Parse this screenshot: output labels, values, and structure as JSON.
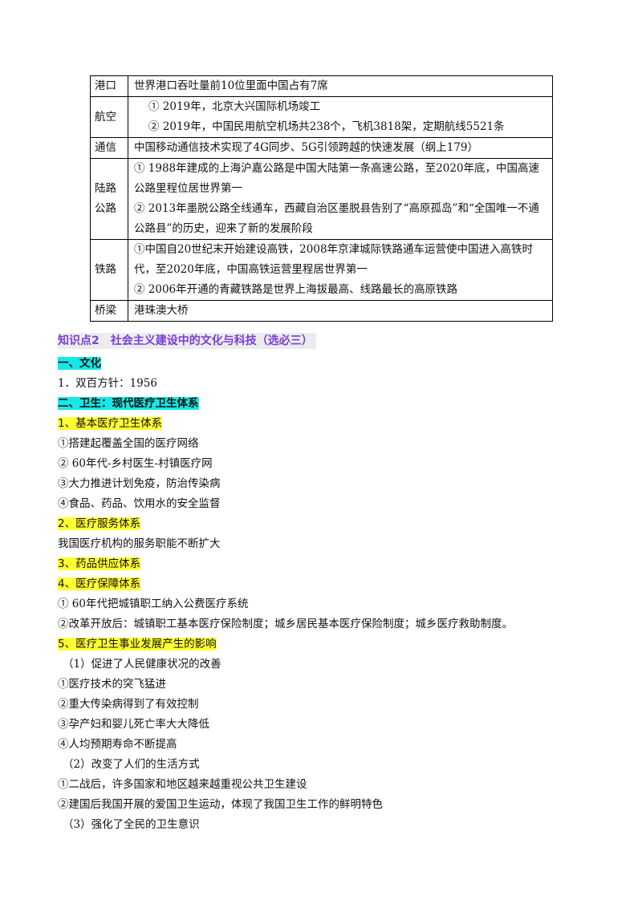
{
  "table": {
    "rows": [
      {
        "key": "港口",
        "lines": [
          "世界港口吞吐量前10位里面中国占有7席"
        ]
      },
      {
        "key": "航空",
        "lines": [
          "① 2019年，北京大兴国际机场竣工",
          "② 2019年，中国民用航空机场共238个，飞机3818架，定期航线5521条"
        ]
      },
      {
        "key": "通信",
        "lines": [
          "中国移动通信技术实现了4G同步、5G引领跨越的快速发展（纲上179）"
        ]
      },
      {
        "key": "陆路公路",
        "lines": [
          "① 1988年建成的上海沪嘉公路是中国大陆第一条高速公路，至2020年底，中国高速公路里程位居世界第一",
          "② 2013年墨脱公路全线通车，西藏自治区墨脱县告别了“高原孤岛”和“全国唯一不通公路县”的历史，迎来了新的发展阶段"
        ]
      },
      {
        "key": "铁路",
        "lines": [
          "①中国自20世纪末开始建设高铁，2008年京津城际铁路通车运营使中国进入高铁时代，至2020年底，中国高铁运营里程居世界第一",
          "② 2006年开通的青藏铁路是世界上海拔最高、线路最长的高原铁路"
        ]
      },
      {
        "key": "桥梁",
        "lines": [
          "港珠澳大桥"
        ]
      }
    ]
  },
  "section": {
    "title": "知识点2　社会主义建设中的文化与科技（选必三）",
    "culture_heading": "一、文化",
    "culture_item": "1．双百方针：1956",
    "health_heading": "二、卫生：现代医疗卫生体系",
    "basic_heading": "1、基本医疗卫生体系",
    "basic_items": [
      "①搭建起覆盖全国的医疗网络",
      "② 60年代-乡村医生-村镇医疗网",
      "③大力推进计划免疫，防治传染病",
      "④食品、药品、饮用水的安全监督"
    ],
    "service_heading": "2、医疗服务体系",
    "service_item": "我国医疗机构的服务职能不断扩大",
    "drug_heading": "3、药品供应体系",
    "insurance_heading": "4、医疗保障体系",
    "insurance_items": [
      "① 60年代把城镇职工纳入公费医疗系统",
      "②改革开放后：城镇职工基本医疗保险制度；城乡居民基本医疗保险制度；城乡医疗救助制度。"
    ],
    "impact_heading": "5、医疗卫生事业发展产生的影响",
    "impact_sub1": "（1）促进了人民健康状况的改善",
    "impact_sub1_items": [
      "①医疗技术的突飞猛进",
      "②重大传染病得到了有效控制",
      "③孕产妇和婴儿死亡率大大降低",
      "④人均预期寿命不断提高"
    ],
    "impact_sub2": "（2）改变了人们的生活方式",
    "impact_sub2_items": [
      "①二战后，许多国家和地区越来越重视公共卫生建设",
      "②建国后我国开展的爱国卫生运动，体现了我国卫生工作的鲜明特色"
    ],
    "impact_sub3": "（3）强化了全民的卫生意识"
  }
}
